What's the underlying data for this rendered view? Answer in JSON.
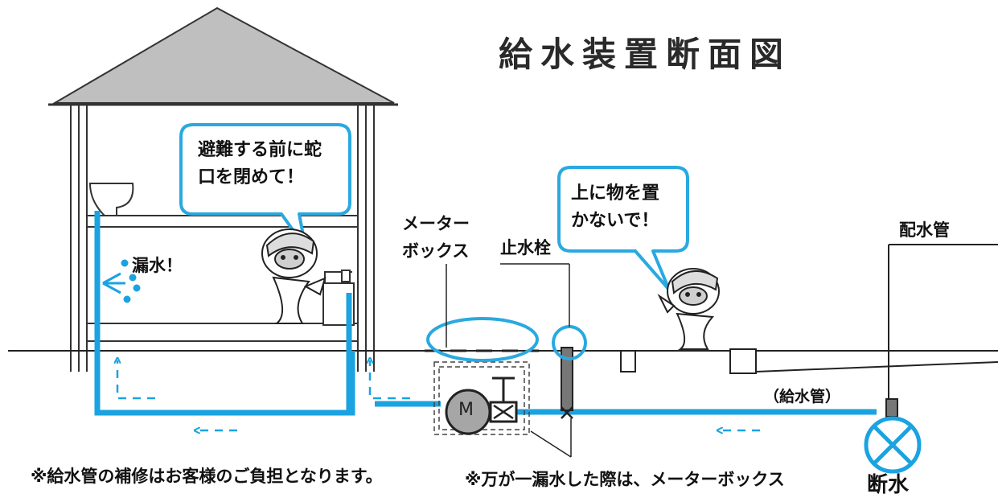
{
  "title": "給水装置断面図",
  "bubble_house": {
    "line1": "避難する前に蛇",
    "line2": "口を閉めて！"
  },
  "bubble_road": {
    "line1": "上に物を置",
    "line2": "かないで！"
  },
  "labels": {
    "meter_box_line1": "メーター",
    "meter_box_line2": "ボックス",
    "stop_valve": "止水栓",
    "distribution_pipe": "配水管",
    "leak": "漏水！",
    "supply_pipe": "（給水管）",
    "meter_symbol": "M",
    "shut_off": "断水"
  },
  "notes": {
    "left": "※給水管の補修はお客様のご負担となります。",
    "right": "※万が一漏水した際は、メーターボックス"
  },
  "colors": {
    "pipe": "#1aa3e0",
    "bubble_border": "#29a9e0",
    "roof": "#bfbfbf",
    "meter": "#a6a6a6",
    "line": "#222222"
  }
}
